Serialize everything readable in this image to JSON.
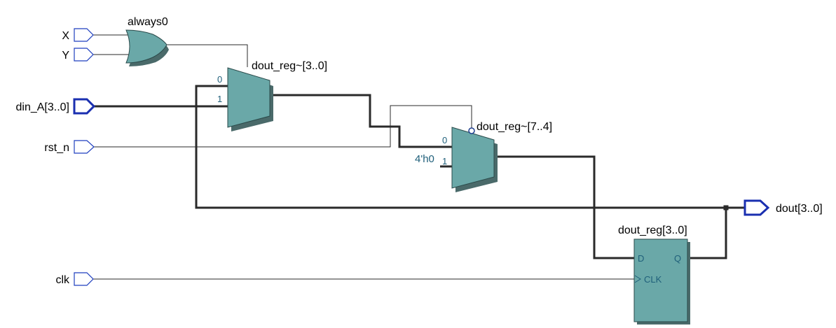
{
  "inputs": {
    "x": "X",
    "y": "Y",
    "din_a": "din_A[3..0]",
    "rst_n": "rst_n",
    "clk": "clk"
  },
  "outputs": {
    "dout": "dout[3..0]"
  },
  "cells": {
    "or_gate": "always0",
    "mux1": "dout_reg~[3..0]",
    "mux2": "dout_reg~[7..4]",
    "register": "dout_reg[3..0]"
  },
  "pins": {
    "mux1_sel0": "0",
    "mux1_sel1": "1",
    "mux2_sel0": "0",
    "mux2_sel1": "1",
    "const": "4'h0",
    "reg_d": "D",
    "reg_q": "Q",
    "reg_clk": "CLK"
  }
}
